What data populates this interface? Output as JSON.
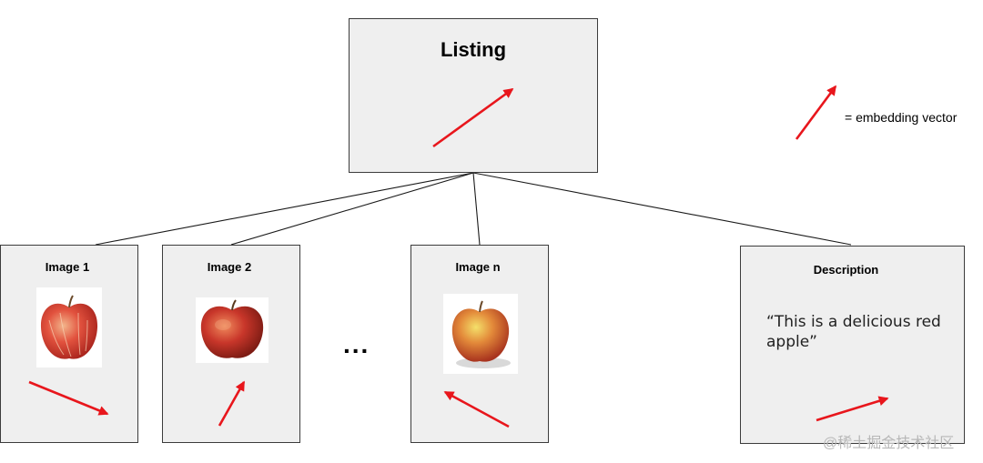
{
  "listing": {
    "title": "Listing"
  },
  "legend": {
    "label": "= embedding vector"
  },
  "images": [
    {
      "title": "Image 1"
    },
    {
      "title": "Image 2"
    },
    {
      "title": "Image n"
    }
  ],
  "ellipsis": "...",
  "description": {
    "title": "Description",
    "text": "“This is a delicious red apple”"
  },
  "watermark": "@稀土掘金技术社区",
  "colors": {
    "arrow": "#e8161c",
    "box_fill": "#efefef",
    "box_border": "#3c3c3c"
  }
}
